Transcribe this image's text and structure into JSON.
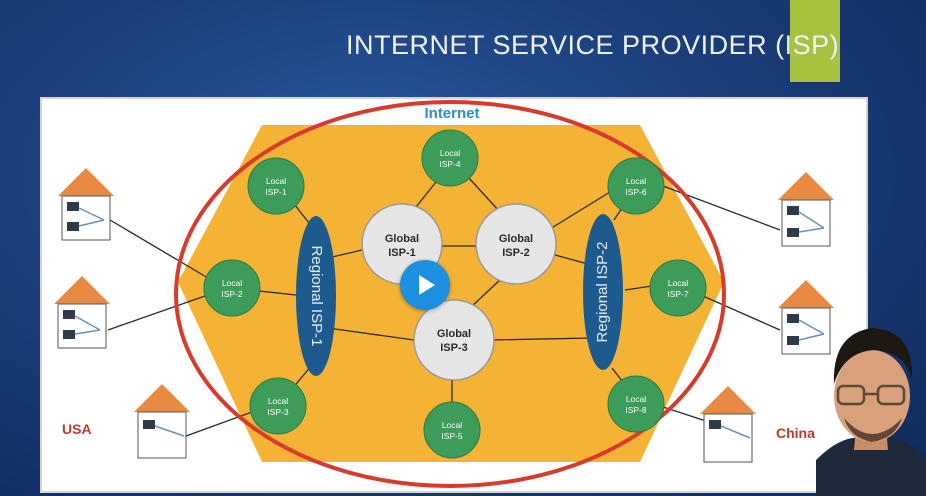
{
  "slide": {
    "title": "INTERNET SERVICE PROVIDER (ISP)",
    "accent_color": "#a6c23f"
  },
  "diagram": {
    "internet_label": "Internet",
    "colors": {
      "cloud": "#f5b335",
      "ring": "#d93a2b",
      "local_isp": "#3d9c5a",
      "global_isp": "#e6e6e6",
      "regional_isp": "#1d5b8f",
      "house_roof": "#e98a42"
    },
    "local_isps": [
      {
        "id": "isp1",
        "line1": "Local",
        "line2": "ISP-1"
      },
      {
        "id": "isp2",
        "line1": "Local",
        "line2": "ISP-2"
      },
      {
        "id": "isp3",
        "line1": "Local",
        "line2": "ISP-3"
      },
      {
        "id": "isp4",
        "line1": "Local",
        "line2": "ISP-4"
      },
      {
        "id": "isp5",
        "line1": "Local",
        "line2": "ISP-5"
      },
      {
        "id": "isp6",
        "line1": "Local",
        "line2": "ISP-6"
      },
      {
        "id": "isp7",
        "line1": "Local",
        "line2": "ISP-7"
      },
      {
        "id": "isp8",
        "line1": "Local",
        "line2": "ISP-8"
      }
    ],
    "global_isps": [
      {
        "id": "g1",
        "line1": "Global",
        "line2": "ISP-1"
      },
      {
        "id": "g2",
        "line1": "Global",
        "line2": "ISP-2"
      },
      {
        "id": "g3",
        "line1": "Global",
        "line2": "ISP-3"
      }
    ],
    "regional_isps": [
      {
        "id": "r1",
        "label": "Regional ISP-1"
      },
      {
        "id": "r2",
        "label": "Regional ISP-2"
      }
    ],
    "region_labels": {
      "left": "USA",
      "right": "China"
    }
  },
  "player": {
    "play_icon": "play-icon",
    "play_color": "#1d8fe0"
  }
}
